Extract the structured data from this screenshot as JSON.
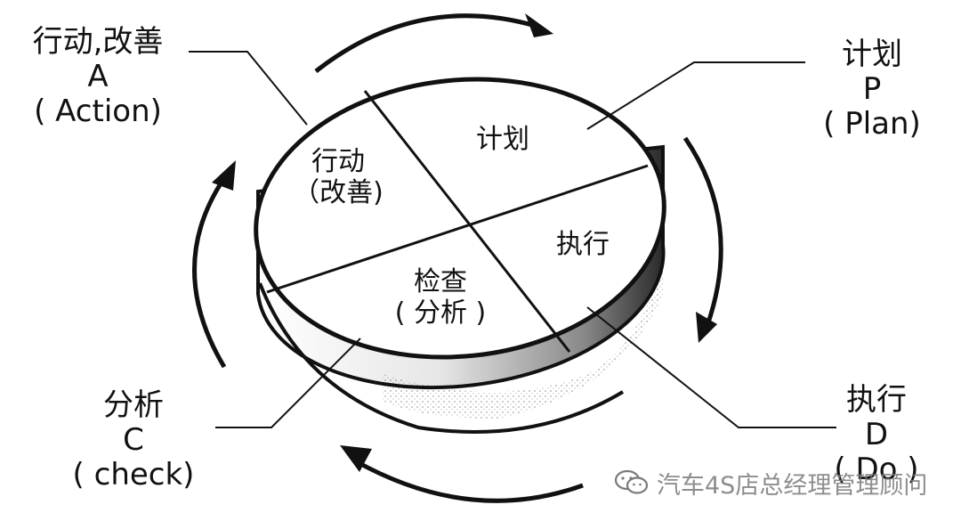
{
  "outer_labels": {
    "action": {
      "lines": [
        "行动,改善",
        "A",
        "( Action)"
      ]
    },
    "plan": {
      "lines": [
        "计划",
        "P",
        "( Plan)"
      ]
    },
    "check": {
      "lines": [
        "分析",
        "C",
        "( check)"
      ]
    },
    "do": {
      "lines": [
        "执行",
        "D",
        "( Do )"
      ]
    }
  },
  "segments": {
    "action": {
      "lines": [
        "行动",
        "（改善)"
      ]
    },
    "plan": {
      "lines": [
        "计划"
      ]
    },
    "do": {
      "lines": [
        "执行"
      ]
    },
    "check": {
      "lines": [
        "检查",
        "( 分析 )"
      ]
    }
  },
  "watermark": {
    "text": "汽车4S店总经理管理顾问",
    "icon": "wechat-icon"
  },
  "colors": {
    "ink": "#111111",
    "watermark": "#7a7a7a",
    "background": "#ffffff"
  }
}
